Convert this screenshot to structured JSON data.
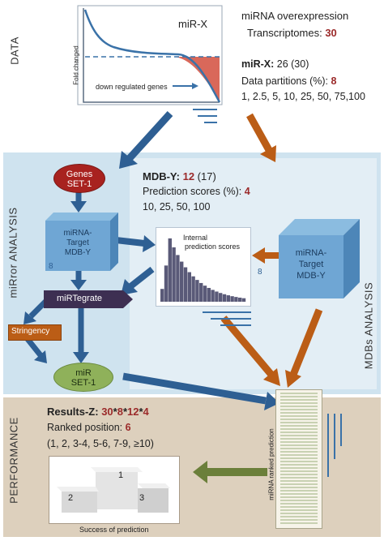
{
  "sections": {
    "data": "DATA",
    "mirror": "miRror ANALYSIS",
    "mdbs": "MDBs ANALYSIS",
    "performance": "PERFORMANCE"
  },
  "data_panel": {
    "chart_title": "miR-X",
    "y_axis_label": "Fold changed",
    "annotation": "down regulated genes",
    "line1": "miRNA overexpression",
    "line2_prefix": "Transcriptomes: ",
    "line2_value": "30",
    "mirx_prefix": "miR-X:",
    "mirx_rest": " 26 (30)",
    "partitions_prefix": "Data partitions (%): ",
    "partitions_value": "8",
    "partitions_list": "1, 2.5, 5, 10, 25, 50, 75,100"
  },
  "mirror_panel": {
    "genes_line1": "Genes",
    "genes_line2": "SET-1",
    "target_cube_line1": "miRNA-",
    "target_cube_line2": "Target",
    "target_cube_line3": "MDB-Y",
    "cube_badge": "8",
    "mirtegrate": "miRTegrate",
    "stringency": "Stringency",
    "mir_line1": "miR",
    "mir_line2": "SET-1"
  },
  "mdb_panel": {
    "mdby_prefix": "MDB-Y:",
    "mdby_value": " 12",
    "mdby_rest": " (17)",
    "pred_prefix": "Prediction scores (%): ",
    "pred_value": "4",
    "pred_list": "10, 25, 50, 100",
    "histogram_label_1": "Internal",
    "histogram_label_2": "prediction scores",
    "cube_line1": "miRNA-",
    "cube_line2": "Target",
    "cube_line3": "MDB-Y",
    "cube_badge": "8"
  },
  "performance_panel": {
    "results_prefix": "Results-Z:",
    "results_30": "30",
    "results_8": "8",
    "results_12": "12",
    "results_4": "4",
    "ranked_prefix": "Ranked position: ",
    "ranked_value": "6",
    "ranked_list": "(1, 2, 3-4, 5-6, 7-9, ≥10)",
    "podium_1": "1",
    "podium_2": "2",
    "podium_3": "3",
    "podium_caption": "Success of prediction",
    "ranked_axis_label": "miRNA ranked prediction"
  },
  "colors": {
    "data_bg": "#ffffff",
    "mirror_bg": "#cfe3ef",
    "mdbs_bg": "#e3eef5",
    "perf_bg": "#ddd0bd",
    "red_value": "#9b2a2a",
    "blue_arrow": "#2e5f93",
    "orange_arrow": "#bb5d16",
    "genes_oval": "#a8221f",
    "mir_oval": "#8fb15a",
    "mirtegrate_box": "#3d2f52",
    "stringency_box": "#bb5d16",
    "cube_face": "#6fa6d4",
    "histogram": "#5a5a78",
    "curve": "#3a72a8",
    "down_fill": "#d9685a"
  }
}
